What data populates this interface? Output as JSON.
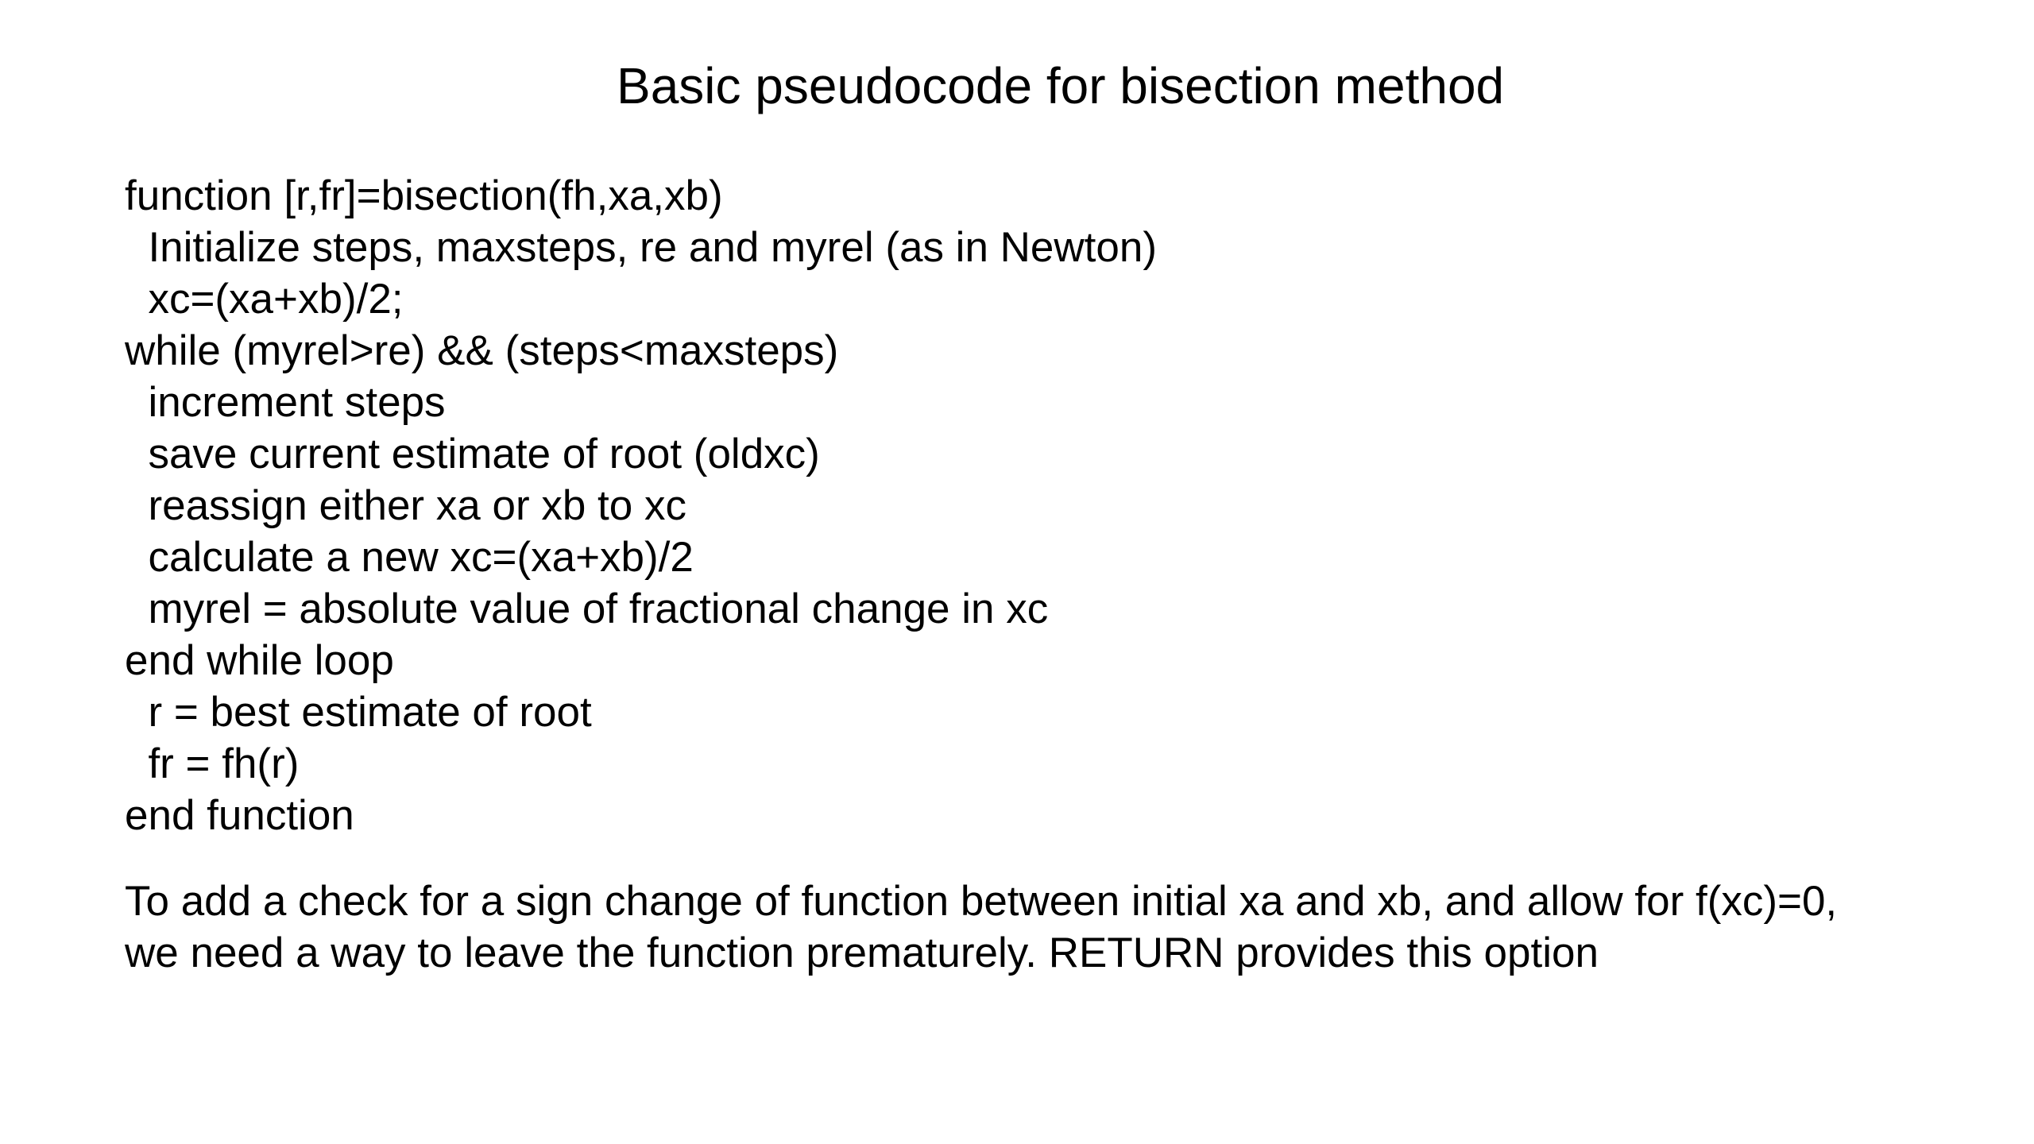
{
  "page": {
    "background_color": "#ffffff",
    "text_color": "#000000"
  },
  "title": "Basic pseudocode for bisection method",
  "pseudocode": {
    "lines": [
      "function [r,fr]=bisection(fh,xa,xb)",
      "  Initialize steps, maxsteps, re and myrel (as in Newton)",
      "  xc=(xa+xb)/2;",
      "while (myrel>re) && (steps<maxsteps)",
      "  increment steps",
      "  save current estimate of root (oldxc)",
      "  reassign either xa or xb to xc",
      "  calculate a new xc=(xa+xb)/2",
      "  myrel = absolute value of fractional change in xc",
      "end while loop",
      "  r = best estimate of root",
      "  fr = fh(r)",
      "end function"
    ]
  },
  "note": {
    "lines": [
      "To add a check for a sign change of function between initial xa and xb, and allow for f(xc)=0,",
      "we need a way to leave the function prematurely. RETURN provides this option"
    ]
  }
}
